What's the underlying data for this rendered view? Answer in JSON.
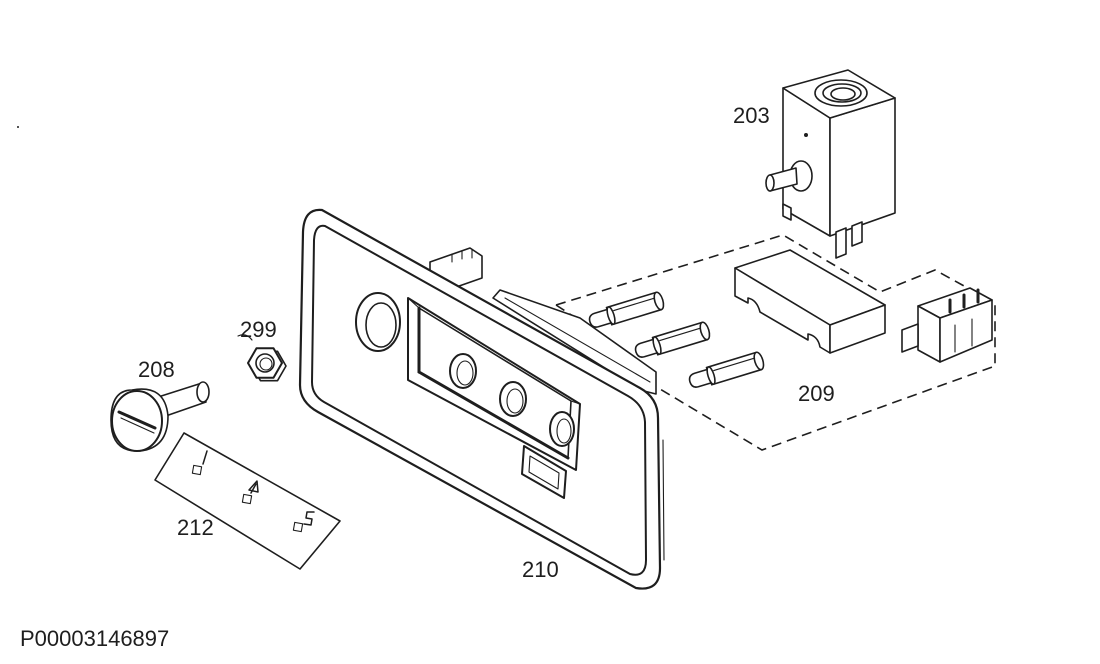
{
  "callouts": {
    "part_203": "203",
    "part_299": "299",
    "part_208": "208",
    "part_209": "209",
    "part_212": "212",
    "part_210": "210"
  },
  "footer": {
    "drawing_code": "P00003146897"
  },
  "colors": {
    "line": "#1e1e1e",
    "background": "#ffffff"
  },
  "icons": {
    "sticker_symbols": [
      "line-symbol-icon",
      "triangle-arrow-symbol-icon",
      "s-symbol-icon"
    ]
  }
}
